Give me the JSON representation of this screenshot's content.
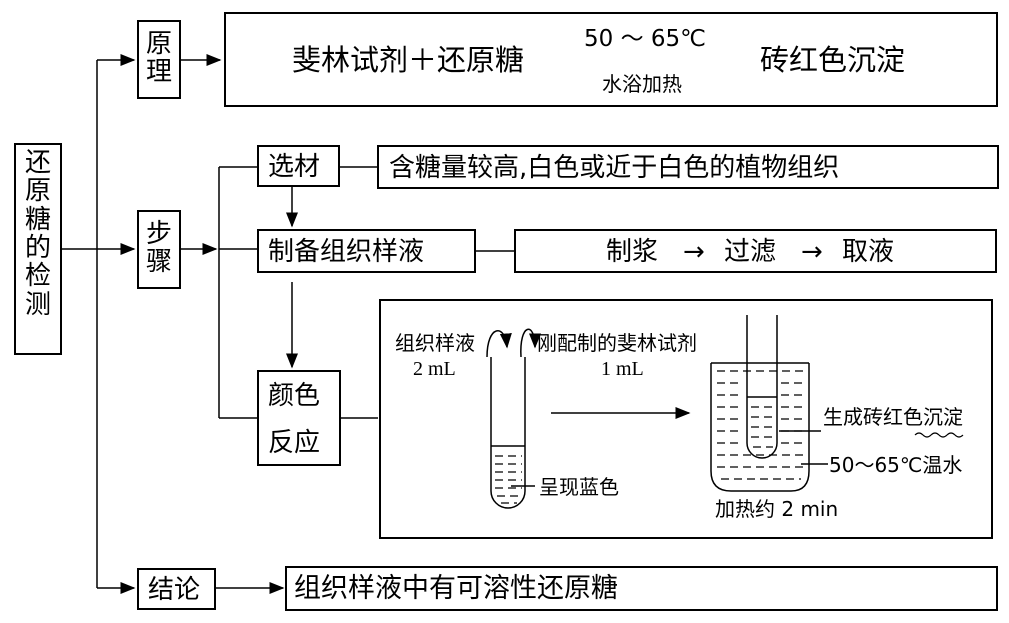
{
  "title": "还原糖的检测",
  "left_label_chars": [
    "还",
    "原",
    "糖",
    "的",
    "检",
    "测"
  ],
  "principle": {
    "label_chars": [
      "原",
      "理"
    ],
    "reactants": "斐林试剂＋还原糖",
    "condition_top": "50 ～ 65℃",
    "condition_bottom": "水浴加热",
    "product": "砖红色沉淀"
  },
  "steps": {
    "label_chars": [
      "步",
      "骤"
    ],
    "select": {
      "label": "选材",
      "content": "含糖量较高,白色或近于白色的植物组织"
    },
    "prepare": {
      "label": "制备组织样液",
      "flow": [
        "制浆",
        "过滤",
        "取液"
      ],
      "arrow_glyph": "→"
    },
    "reaction": {
      "label_line1": "颜色",
      "label_line2": "反应",
      "sample_label": "组织样液",
      "sample_amount": "2 mL",
      "reagent_label": "刚配制的斐林试剂",
      "reagent_amount": "1 mL",
      "tube_color_label": "呈现蓝色",
      "precipitate_label": "生成砖红色沉淀",
      "water_label": "50～65℃温水",
      "heat_label": "加热约 2 min"
    }
  },
  "conclusion": {
    "label": "结论",
    "content": "组织样液中有可溶性还原糖"
  }
}
